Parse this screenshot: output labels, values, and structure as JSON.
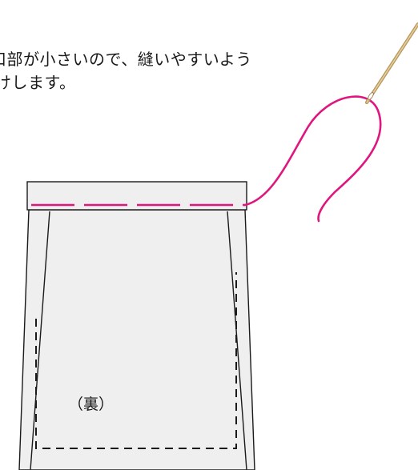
{
  "instruction": {
    "line1": "口部が小さいので、縫いやすいよう",
    "line2": "けします。"
  },
  "illustration": {
    "reverse_side_label": "（裏）",
    "colors": {
      "fabric_fill": "#efefef",
      "outline": "#1a1a1a",
      "stitch": "#e0167f",
      "thread": "#e0167f",
      "needle": "#c9a86a"
    },
    "icons": [
      "needle-icon",
      "thread"
    ]
  }
}
